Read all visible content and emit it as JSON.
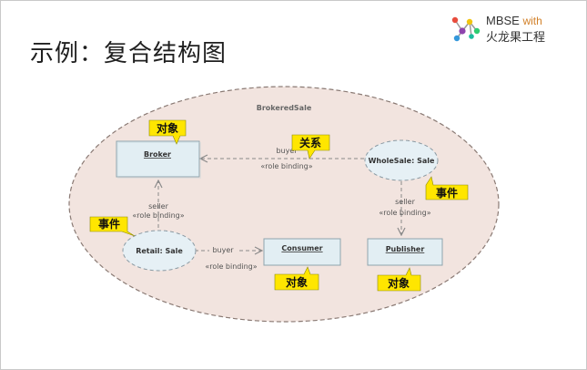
{
  "slide": {
    "title": "示例：复合结构图"
  },
  "logo": {
    "line1": "MBSE",
    "with": "with",
    "line2": "火龙果工程"
  },
  "diagram": {
    "collaboration": "BrokeredSale",
    "classes": {
      "broker": "Broker",
      "consumer": "Consumer",
      "publisher": "Publisher"
    },
    "uses": {
      "wholesale": "WholeSale: Sale",
      "retail": "Retail: Sale"
    },
    "connectors": {
      "broker_wholesale": {
        "role": "buyer",
        "stereotype": "«role binding»"
      },
      "broker_retail": {
        "role": "seller",
        "stereotype": "«role binding»"
      },
      "retail_consumer": {
        "role": "buyer",
        "stereotype": "«role binding»"
      },
      "wholesale_publisher": {
        "role": "seller",
        "stereotype": "«role binding»"
      }
    },
    "callouts": {
      "broker": "对象",
      "relation": "关系",
      "wholesale_event": "事件",
      "retail_event": "事件",
      "consumer": "对象",
      "publisher": "对象"
    }
  },
  "colors": {
    "ellipse_fill": "#f2e4df",
    "ellipse_stroke": "#8a7a74",
    "box_fill": "#e2eef3",
    "box_stroke": "#8fa4ad",
    "use_fill": "#e6f0f5",
    "callout_fill": "#ffe600"
  }
}
